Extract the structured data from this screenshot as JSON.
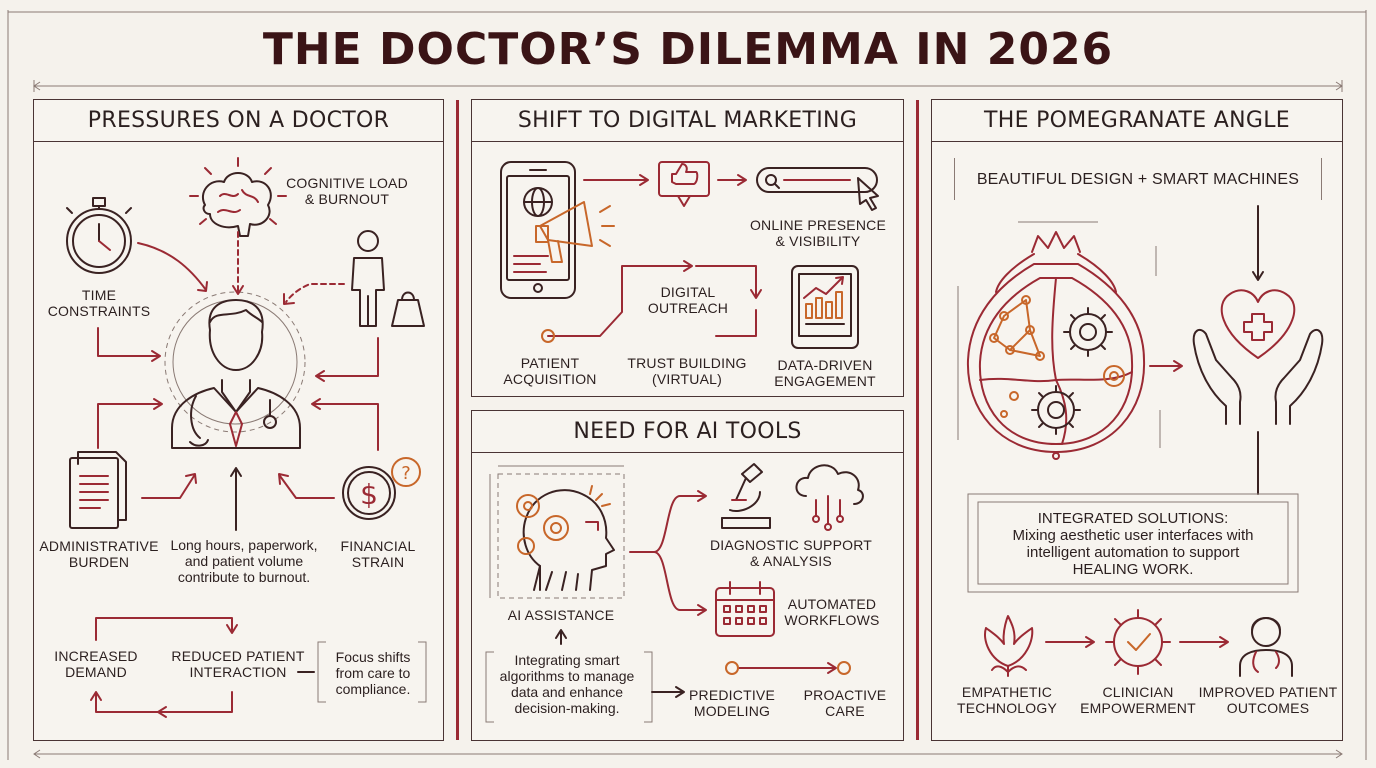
{
  "title": "THE DOCTOR’S DILEMMA IN 2026",
  "colors": {
    "accent": "#9b2a34",
    "ink": "#3a2222",
    "orange": "#c8672a",
    "background": "#f5f2ec"
  },
  "panel1": {
    "heading": "PRESSURES ON A DOCTOR",
    "cognitive": "COGNITIVE LOAD\n& BURNOUT",
    "time": "TIME\nCONSTRAINTS",
    "admin": "ADMINISTRATIVE\nBURDEN",
    "financial": "FINANCIAL\nSTRAIN",
    "caption": "Long hours, paperwork,\nand patient volume\ncontribute to burnout.",
    "increased": "INCREASED\nDEMAND",
    "reduced": "REDUCED PATIENT\nINTERACTION",
    "focus": "Focus shifts\nfrom care to\ncompliance."
  },
  "panel2": {
    "heading": "SHIFT TO DIGITAL MARKETING",
    "online": "ONLINE PRESENCE\n& VISIBILITY",
    "outreach": "DIGITAL\nOUTREACH",
    "acquisition": "PATIENT\nACQUISITION",
    "trust": "TRUST BUILDING\n(VIRTUAL)",
    "data": "DATA-DRIVEN\nENGAGEMENT"
  },
  "panel3": {
    "heading": "NEED FOR AI TOOLS",
    "assistance": "AI ASSISTANCE",
    "diagnostic": "DIAGNOSTIC SUPPORT\n& ANALYSIS",
    "automated": "AUTOMATED\nWORKFLOWS",
    "integrating": "Integrating smart\nalgorithms to manage\ndata and enhance\ndecision-making.",
    "predictive": "PREDICTIVE\nMODELING",
    "proactive": "PROACTIVE\nCARE"
  },
  "panel4": {
    "heading": "THE POMEGRANATE ANGLE",
    "subtitle": "BEAUTIFUL DESIGN + SMART MACHINES",
    "integrated": "INTEGRATED SOLUTIONS:\nMixing aesthetic user interfaces with\nintelligent automation to support\nHEALING WORK.",
    "empathetic": "EMPATHETIC\nTECHNOLOGY",
    "clinician": "CLINICIAN\nEMPOWERMENT",
    "improved": "IMPROVED PATIENT\nOUTCOMES"
  }
}
